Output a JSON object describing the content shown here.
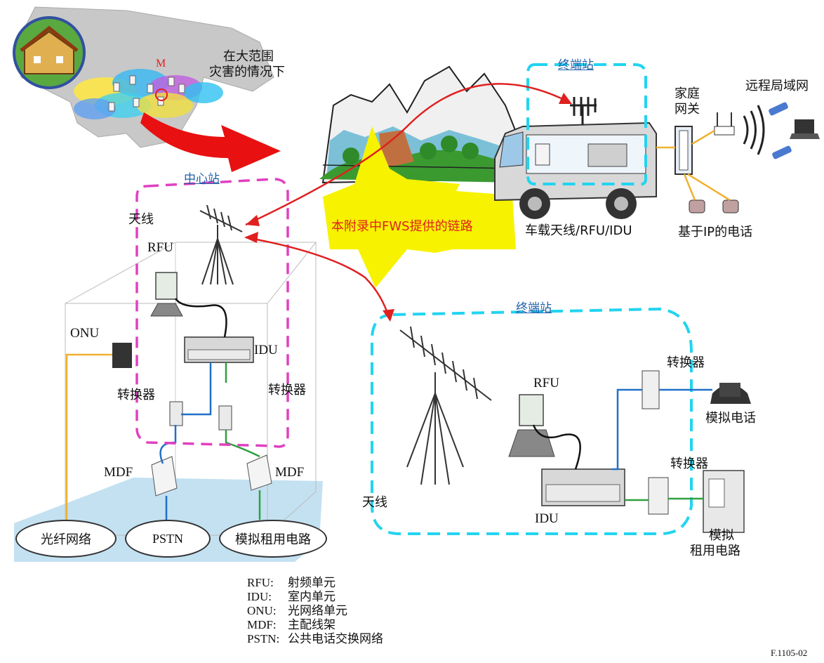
{
  "disaster": {
    "line1": "在大范围",
    "line2": "灾害的情况下",
    "map_label": "M"
  },
  "center_station": {
    "title": "中心站",
    "antenna": "天线",
    "rfu": "RFU",
    "idu": "IDU",
    "onu": "ONU",
    "converter_left": "转换器",
    "converter_right": "转换器",
    "mdf_left": "MDF",
    "mdf_right": "MDF"
  },
  "networks": {
    "fiber": "光纤网络",
    "pstn": "PSTN",
    "analog_leased": "模拟租用电路"
  },
  "fws_link": {
    "label": "本附录中FWS提供的链路"
  },
  "terminal_top": {
    "title": "终端站",
    "vehicle_label": "车载天线/RFU/IDU",
    "home_gateway_l1": "家庭",
    "home_gateway_l2": "网关",
    "remote_lan": "远程局域网",
    "ip_phone": "基于IP的电话"
  },
  "terminal_bottom": {
    "title": "终端站",
    "antenna": "天线",
    "rfu": "RFU",
    "idu": "IDU",
    "converter1": "转换器",
    "converter2": "转换器",
    "analog_phone": "模拟电话",
    "leased_l1": "模拟",
    "leased_l2": "租用电路"
  },
  "glossary": [
    {
      "term": "RFU:",
      "def": "射频单元"
    },
    {
      "term": "IDU:",
      "def": "室内单元"
    },
    {
      "term": "ONU:",
      "def": "光网络单元"
    },
    {
      "term": "MDF:",
      "def": "主配线架"
    },
    {
      "term": "PSTN:",
      "def": "公共电话交换网络"
    }
  ],
  "figure_id": "F.1105-02",
  "colors": {
    "red_arrow": "#e02020",
    "magenta_dash": "#e040c0",
    "cyan_dash": "#22d4f0",
    "yellow_burst": "#f7f200",
    "fiber_line": "#f0b030",
    "blue_line": "#2070c8",
    "green_line": "#30a040"
  }
}
